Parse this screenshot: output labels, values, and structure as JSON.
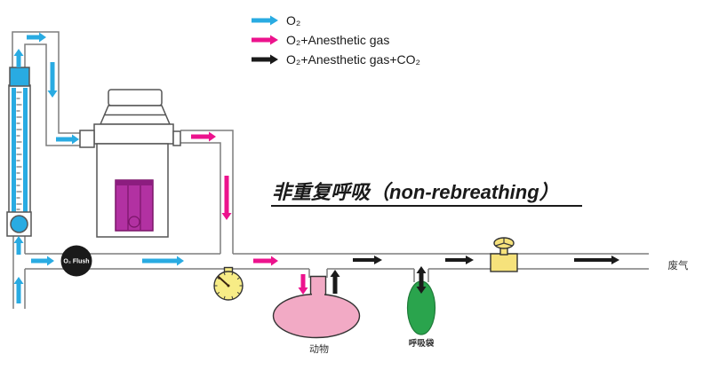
{
  "title": "非重复呼吸（non-rebreathing）",
  "legend": {
    "items": [
      {
        "label": "O₂"
      },
      {
        "label": "O₂+Anesthetic gas"
      },
      {
        "label": "O₂+Anesthetic gas+CO₂"
      }
    ]
  },
  "labels": {
    "o2_flush": "O₂ Flush",
    "animal": "动物",
    "breathing_bag": "呼吸袋",
    "waste_gas": "废气"
  },
  "colors": {
    "o2": "#29abe2",
    "anesthetic": "#ec138d",
    "co2_mix": "#1a1a1a",
    "pipe_outline": "#7d7d7d",
    "vaporizer_liquid": "#b231a2",
    "vaporizer_liquid_dark": "#8c1d7f",
    "vaporizer_liquid_line": "#7a1568",
    "animal_bag": "#f2aac5",
    "breathing_bag": "#2aa44d",
    "gauge_yellow": "#f7ec86",
    "valve_yellow": "#f6e27b",
    "flush_black": "#1a1a1a"
  }
}
